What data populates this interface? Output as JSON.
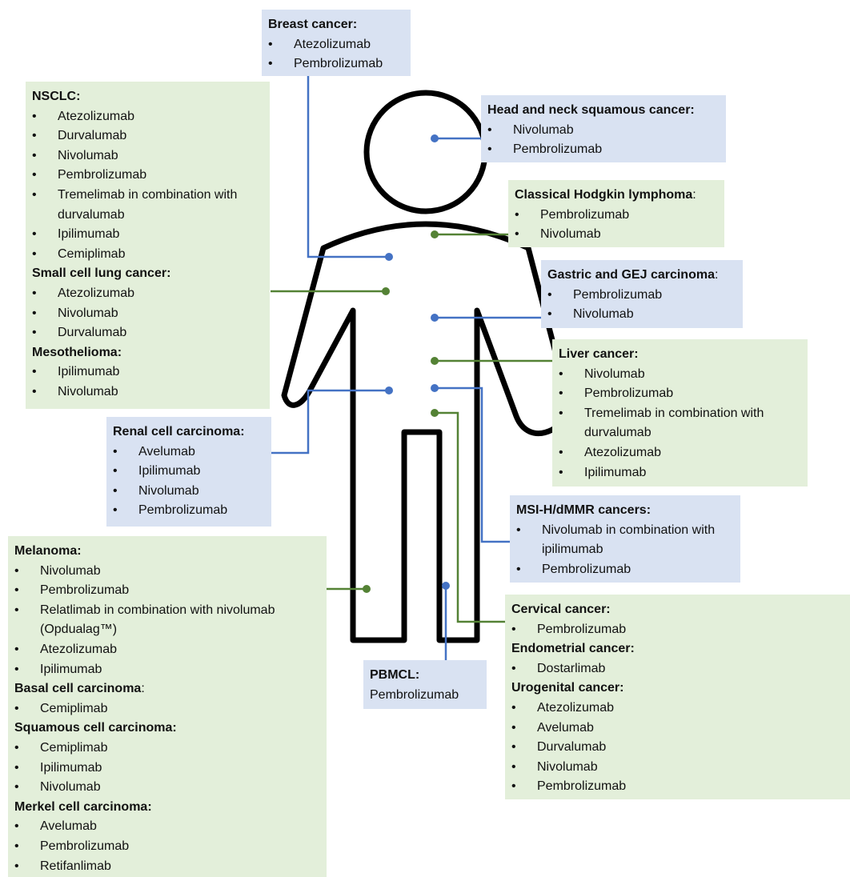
{
  "panels": {
    "breast": {
      "sections": [
        {
          "title": "Breast cancer:",
          "items": [
            "Atezolizumab",
            "Pembrolizumab"
          ]
        }
      ]
    },
    "nsclc": {
      "sections": [
        {
          "title": "NSCLC:",
          "items": [
            "Atezolizumab",
            "Durvalumab",
            "Nivolumab",
            "Pembrolizumab",
            "Tremelimab in combination with durvalumab",
            "Ipilimumab",
            "Cemiplimab"
          ]
        },
        {
          "title": "Small cell lung cancer:",
          "items": [
            "Atezolizumab",
            "Nivolumab",
            "Durvalumab"
          ]
        },
        {
          "title": "Mesothelioma:",
          "items": [
            "Ipilimumab",
            "Nivolumab"
          ]
        }
      ]
    },
    "headneck": {
      "sections": [
        {
          "title": "Head and neck squamous cancer:",
          "items": [
            "Nivolumab",
            "Pembrolizumab"
          ]
        }
      ]
    },
    "hodgkin": {
      "sections": [
        {
          "title": "Classical Hodgkin lymphoma",
          "title_suffix": ":",
          "items": [
            "Pembrolizumab",
            "Nivolumab"
          ]
        }
      ]
    },
    "gastric": {
      "sections": [
        {
          "title": "Gastric and GEJ carcinoma",
          "title_suffix": ":",
          "items": [
            "Pembrolizumab",
            "Nivolumab"
          ]
        }
      ]
    },
    "liver": {
      "sections": [
        {
          "title": "Liver cancer:",
          "items": [
            "Nivolumab",
            "Pembrolizumab",
            "Tremelimab in combination with durvalumab",
            "Atezolizumab",
            "Ipilimumab"
          ]
        }
      ]
    },
    "renal": {
      "sections": [
        {
          "title": "Renal cell carcinoma:",
          "items": [
            "Avelumab",
            "Ipilimumab",
            "Nivolumab",
            "Pembrolizumab"
          ]
        }
      ]
    },
    "msi": {
      "sections": [
        {
          "title": "MSI-H/dMMR cancers:",
          "items": [
            "Nivolumab in combination with ipilimumab",
            "Pembrolizumab"
          ]
        }
      ]
    },
    "melanoma": {
      "sections": [
        {
          "title": "Melanoma:",
          "items": [
            "Nivolumab",
            "Pembrolizumab",
            "Relatlimab in combination with nivolumab (Opdualag™)",
            "Atezolizumab",
            "Ipilimumab"
          ]
        },
        {
          "title": "Basal cell carcinoma",
          "title_suffix": ":",
          "items": [
            "Cemiplimab"
          ]
        },
        {
          "title": "Squamous cell carcinoma:",
          "items": [
            "Cemiplimab",
            "Ipilimumab",
            "Nivolumab"
          ]
        },
        {
          "title": "Merkel cell carcinoma:",
          "items": [
            "Avelumab",
            "Pembrolizumab",
            "Retifanlimab"
          ]
        }
      ]
    },
    "pbmcl": {
      "sections": [
        {
          "title": "PBMCL:",
          "plain": "Pembrolizumab"
        }
      ]
    },
    "cervical": {
      "sections": [
        {
          "title": "Cervical cancer:",
          "items": [
            "Pembrolizumab"
          ]
        },
        {
          "title": "Endometrial cancer:",
          "items": [
            "Dostarlimab"
          ]
        },
        {
          "title": "Urogenital cancer:",
          "items": [
            "Atezolizumab",
            "Avelumab",
            "Durvalumab",
            "Nivolumab",
            "Pembrolizumab"
          ]
        }
      ]
    }
  },
  "colors": {
    "blue_connector": "#4472c4",
    "green_connector": "#548235",
    "blue_box": "#d9e2f2",
    "green_box": "#e3efda",
    "figure_outline": "#000000"
  }
}
